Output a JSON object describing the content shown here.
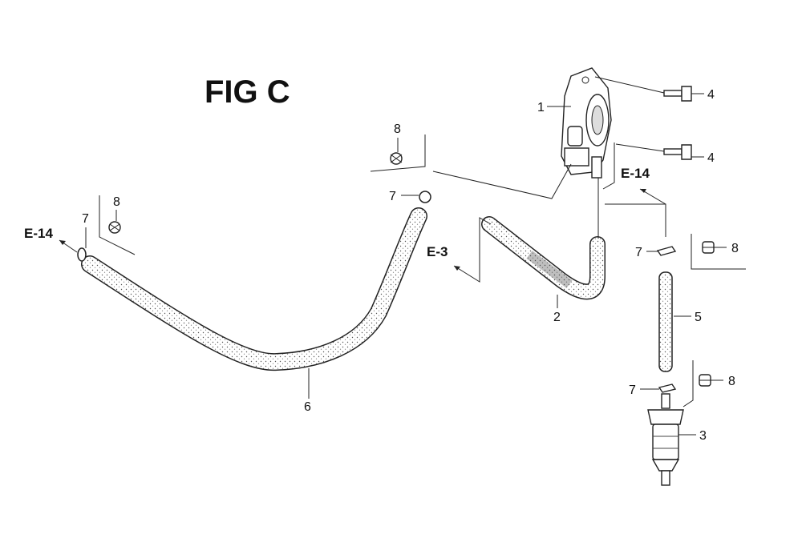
{
  "figure": {
    "title": "FIG C"
  },
  "references": {
    "e14_left": "E-14",
    "e3": "E-3",
    "e14_right": "E-14"
  },
  "callouts": {
    "c1": "1",
    "c2": "2",
    "c3": "3",
    "c4_top": "4",
    "c4_bottom": "4",
    "c5": "5",
    "c6": "6",
    "c7_left": "7",
    "c7_mid": "7",
    "c7_right_upper": "7",
    "c7_right_lower": "7",
    "c8_top": "8",
    "c8_left": "8",
    "c8_right_upper": "8",
    "c8_right_lower": "8"
  },
  "colors": {
    "ink": "#222222",
    "background": "#ffffff"
  }
}
